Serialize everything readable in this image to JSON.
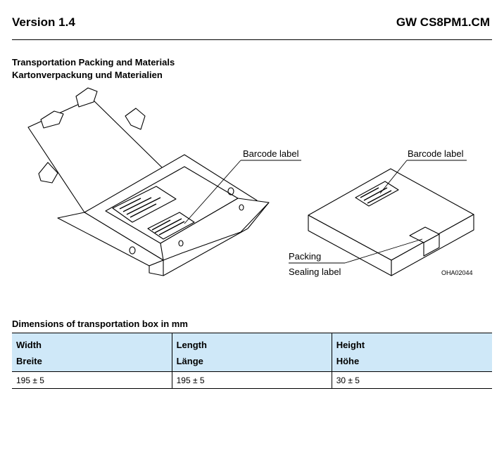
{
  "header": {
    "version": "Version 1.4",
    "product": "GW CS8PM1.CM"
  },
  "section": {
    "title_en": "Transportation Packing and Materials",
    "title_de": "Kartonverpackung und Materialien"
  },
  "figure": {
    "barcode_label_left": "Barcode label",
    "barcode_label_right": "Barcode label",
    "packing_label_line1": "Packing",
    "packing_label_line2": "Sealing label",
    "figure_code": "OHA02044"
  },
  "dimensions": {
    "title": "Dimensions of transportation box in mm",
    "columns": [
      {
        "en": "Width",
        "de": "Breite",
        "value": "195 ± 5"
      },
      {
        "en": "Length",
        "de": "Länge",
        "value": "195 ± 5"
      },
      {
        "en": "Height",
        "de": "Höhe",
        "value": "30 ± 5"
      }
    ]
  }
}
